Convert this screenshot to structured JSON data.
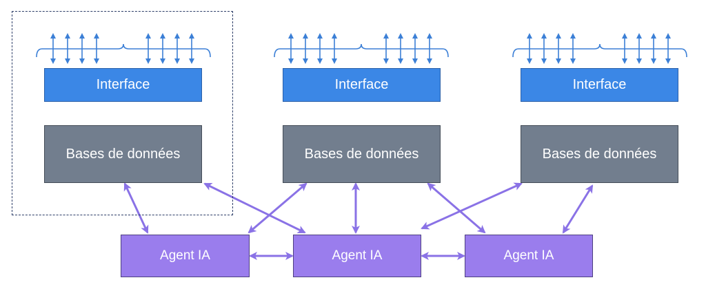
{
  "systems": [
    {
      "interface_label": "Interface",
      "database_label": "Bases de données"
    },
    {
      "interface_label": "Interface",
      "database_label": "Bases de données"
    },
    {
      "interface_label": "Interface",
      "database_label": "Bases de données"
    }
  ],
  "agents": [
    {
      "label": "Agent IA"
    },
    {
      "label": "Agent IA"
    },
    {
      "label": "Agent IA"
    }
  ],
  "colors": {
    "interface": "#3b87e6",
    "database": "#727e8e",
    "agent": "#9a7ded",
    "connector": "#8a72e6",
    "io_arrows": "#3b7fd6",
    "selection_border": "#2a3b66"
  },
  "icons": {
    "io_arrows": "bidirectional-vertical-arrow-icon",
    "brace": "curly-brace-icon",
    "connector": "bidirectional-arrow-icon"
  }
}
